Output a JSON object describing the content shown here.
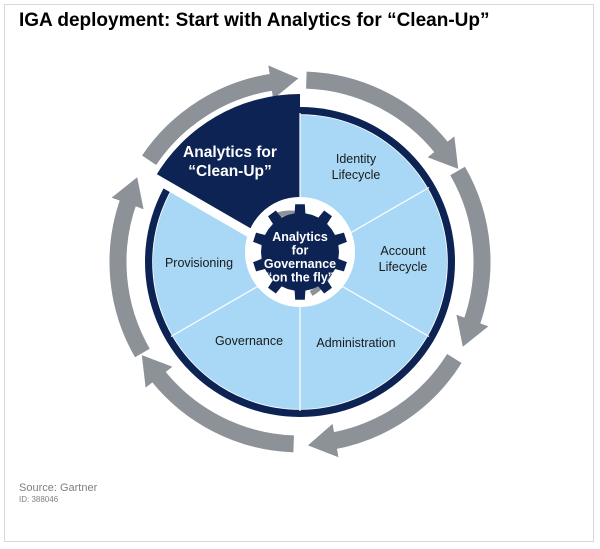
{
  "title": "IGA deployment: Start with Analytics for “Clean-Up”",
  "colors": {
    "dark_navy": "#0d2354",
    "light_blue": "#a9d8f6",
    "gray_arrow": "#8c9297",
    "white": "#ffffff",
    "text": "#1a1a1a"
  },
  "segments": {
    "analytics_cleanup": [
      "Analytics for",
      "“Clean-Up”"
    ],
    "identity_lifecycle": [
      "Identity",
      "Lifecycle"
    ],
    "account_lifecycle": [
      "Account",
      "Lifecycle"
    ],
    "administration": [
      "Administration"
    ],
    "governance": [
      "Governance"
    ],
    "provisioning": [
      "Provisioning"
    ]
  },
  "center": [
    "Analytics",
    "for",
    "Governance",
    "“on the fly”"
  ],
  "source": "Source: Gartner",
  "figure_id": "ID: 388046"
}
